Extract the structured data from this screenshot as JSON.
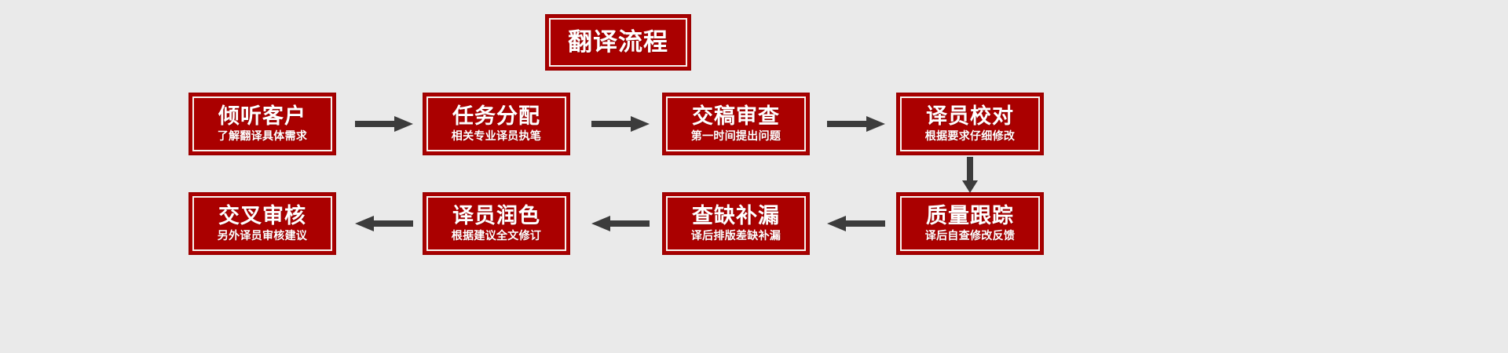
{
  "background_color": "#eaeaea",
  "accent_color": "#aa0000",
  "border_color": "#9c0000",
  "inner_border_color": "#f7f2ee",
  "text_color": "#ffffff",
  "arrow_color": "#3c3c3c",
  "title": {
    "label": "翻译流程"
  },
  "steps": [
    {
      "headline": "倾听客户",
      "subline": "了解翻译具体需求"
    },
    {
      "headline": "任务分配",
      "subline": "相关专业译员执笔"
    },
    {
      "headline": "交稿审查",
      "subline": "第一时间提出问题"
    },
    {
      "headline": "译员校对",
      "subline": "根据要求仔细修改"
    },
    {
      "headline": "质量跟踪",
      "subline": "译后自查修改反馈"
    },
    {
      "headline": "查缺补漏",
      "subline": "译后排版差缺补漏"
    },
    {
      "headline": "译员润色",
      "subline": "根据建议全文修订"
    },
    {
      "headline": "交叉审核",
      "subline": "另外译员审核建议"
    }
  ],
  "arrows": [
    {
      "name": "arrow-right-1",
      "direction": "right"
    },
    {
      "name": "arrow-right-2",
      "direction": "right"
    },
    {
      "name": "arrow-right-3",
      "direction": "right"
    },
    {
      "name": "arrow-down-1",
      "direction": "down"
    },
    {
      "name": "arrow-left-1",
      "direction": "left"
    },
    {
      "name": "arrow-left-2",
      "direction": "left"
    },
    {
      "name": "arrow-left-3",
      "direction": "left"
    }
  ]
}
